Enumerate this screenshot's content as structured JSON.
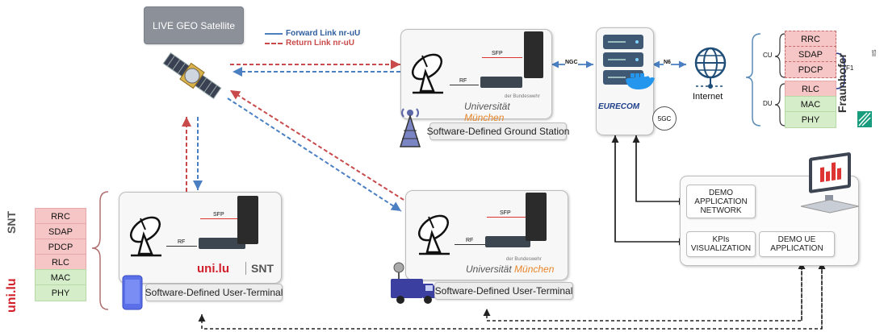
{
  "satellite": {
    "title": "LIVE GEO Satellite"
  },
  "legend": {
    "forward": "Forward Link nr-uU",
    "return": "Return Link nr-uU"
  },
  "ground_station": {
    "label": "Software-Defined Ground Station",
    "sfp": "SFP",
    "rf": "RF",
    "university": "Universität",
    "city": "München",
    "bundeswehr": "der Bundeswehr"
  },
  "ut1": {
    "label": "Software-Defined User-Terminal",
    "sfp": "SFP",
    "rf": "RF",
    "logo": "uni.lu",
    "snt": "SNT"
  },
  "ut2": {
    "label": "Software-Defined User-Terminal",
    "sfp": "SFP",
    "rf": "RF",
    "university": "Universität",
    "city": "München",
    "bundeswehr": "der Bundeswehr"
  },
  "links": {
    "ngc": "NGC",
    "n6": "N6",
    "f1": "F1"
  },
  "core": {
    "brand": "EURECOM",
    "badge": "5GC"
  },
  "internet": {
    "label": "Internet"
  },
  "gnb": {
    "cu": "CU",
    "du": "DU",
    "layers_cu": [
      "RRC",
      "SDAP",
      "PDCP"
    ],
    "layers_du": [
      "RLC",
      "MAC",
      "PHY"
    ],
    "partner": "Fraunhofer",
    "partner_sub": "IIS"
  },
  "ut_stack": {
    "layers": [
      "RRC",
      "SDAP",
      "PDCP",
      "RLC",
      "MAC",
      "PHY"
    ],
    "logo": "uni.lu",
    "snt": "SNT"
  },
  "demo": {
    "app_network": "DEMO APPLICATION NETWORK",
    "kpis": "KPIs VISUALIZATION",
    "ue_app": "DEMO UE APPLICATION"
  },
  "colors": {
    "forward": "#4a7fc1",
    "return": "#c94a4a",
    "layer_red": "#f6c5c5",
    "layer_green": "#d5edc9"
  }
}
